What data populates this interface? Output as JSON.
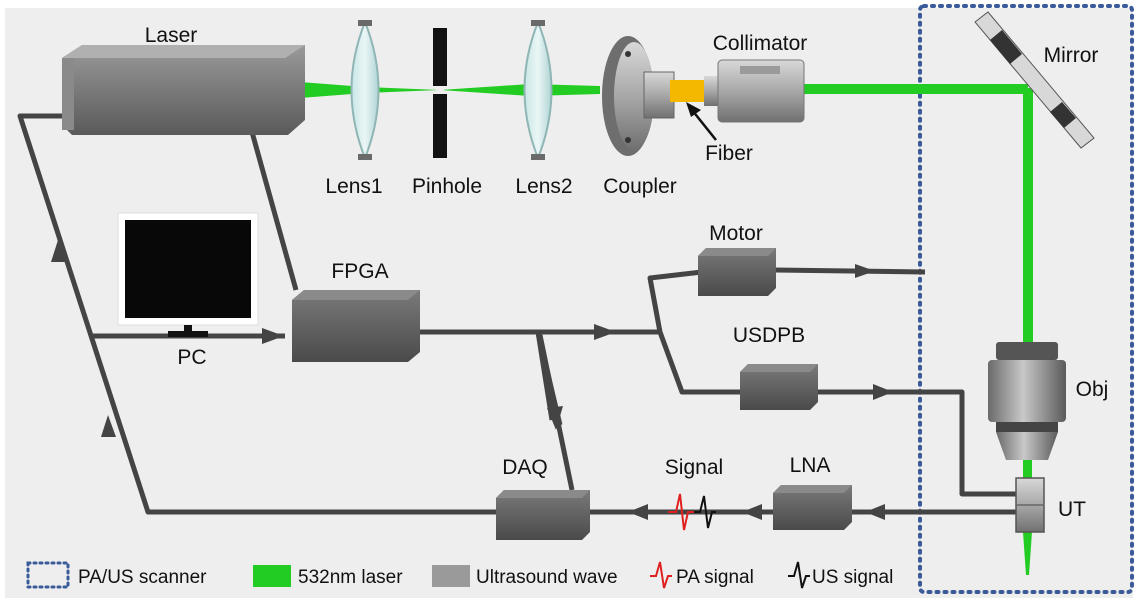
{
  "labels": {
    "laser": "Laser",
    "lens1": "Lens1",
    "pinhole": "Pinhole",
    "lens2": "Lens2",
    "coupler": "Coupler",
    "collimator": "Collimator",
    "fiber": "Fiber",
    "mirror": "Mirror",
    "pc": "PC",
    "fpga": "FPGA",
    "motor": "Motor",
    "usdpb": "USDPB",
    "obj": "Obj",
    "daq": "DAQ",
    "signal": "Signal",
    "lna": "LNA",
    "ut": "UT"
  },
  "legend": [
    {
      "key": "scanner",
      "label": "PA/US scanner"
    },
    {
      "key": "laser",
      "label": "532nm laser"
    },
    {
      "key": "us_wave",
      "label": "Ultrasound wave"
    },
    {
      "key": "pa_signal",
      "label": "PA signal"
    },
    {
      "key": "us_signal",
      "label": "US signal"
    }
  ],
  "colors": {
    "laser_beam": "#22cc22",
    "wire": "#444444",
    "box": "#555555",
    "scanner_border": "#3a5a9a",
    "pa_signal": "#e02020",
    "us_signal": "#111111",
    "fiber": "#f5b800",
    "background": "#eeeeee"
  }
}
